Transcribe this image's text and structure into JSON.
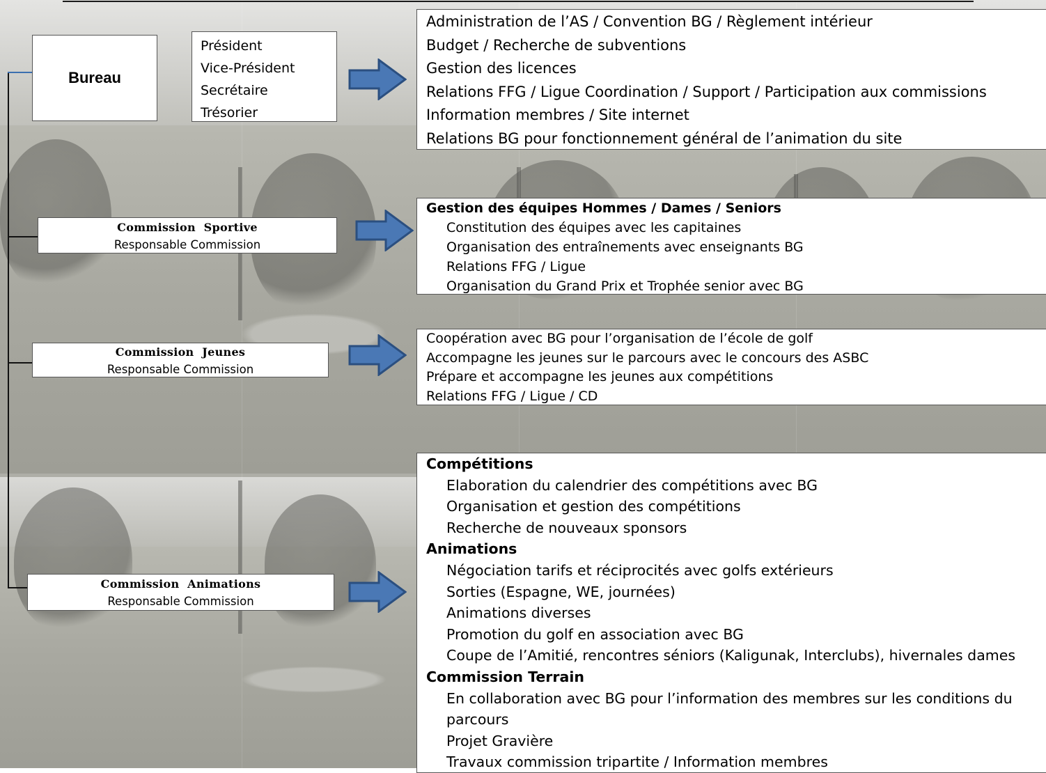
{
  "bureau": {
    "label": "Bureau",
    "roles": [
      "Président",
      "Vice-Président",
      "Secrétaire",
      "Trésorier"
    ],
    "tasks": [
      "Administration de l’AS / Convention BG / Règlement intérieur",
      "Budget / Recherche de subventions",
      "Gestion des licences",
      "Relations FFG / Ligue Coordination / Support / Participation aux commissions",
      "Information membres / Site internet",
      "Relations BG pour fonctionnement général de l’animation du site"
    ]
  },
  "sportive": {
    "title": "Commission  Sportive",
    "subtitle": "Responsable Commission",
    "heading": "Gestion des équipes Hommes / Dames / Seniors",
    "tasks": [
      "Constitution des équipes avec les capitaines",
      "Organisation des entraînements avec enseignants BG",
      "Relations FFG / Ligue",
      "Organisation du Grand Prix et Trophée senior avec BG"
    ]
  },
  "jeunes": {
    "title": "Commission  Jeunes",
    "subtitle": "Responsable Commission",
    "tasks": [
      "Coopération avec BG pour l’organisation de l’école de golf",
      "Accompagne les jeunes sur le parcours avec le concours des ASBC",
      "Prépare et accompagne les jeunes aux compétitions",
      "Relations FFG / Ligue / CD"
    ]
  },
  "animations": {
    "title": "Commission  Animations",
    "subtitle": "Responsable Commission",
    "sections": [
      {
        "heading": "Compétitions",
        "items": [
          "Elaboration du calendrier des compétitions avec BG",
          "Organisation et gestion des compétitions",
          "Recherche de nouveaux sponsors"
        ]
      },
      {
        "heading": "Animations",
        "items": [
          "Négociation tarifs et réciprocités avec golfs extérieurs",
          "Sorties (Espagne, WE, journées)",
          "Animations diverses",
          "Promotion du golf en association avec BG",
          "Coupe de l’Amitié, rencontres séniors (Kaligunak, Interclubs), hivernales dames"
        ]
      },
      {
        "heading": "Commission Terrain",
        "items": [
          "En collaboration avec BG pour l’information des membres sur les conditions du",
          "parcours",
          "Projet Gravière",
          "Travaux commission tripartite / Information membres"
        ]
      }
    ]
  },
  "colors": {
    "arrow_fill": "#4a78b5",
    "arrow_stroke": "#2b4f80",
    "connector_accent": "#3b6fb0"
  }
}
